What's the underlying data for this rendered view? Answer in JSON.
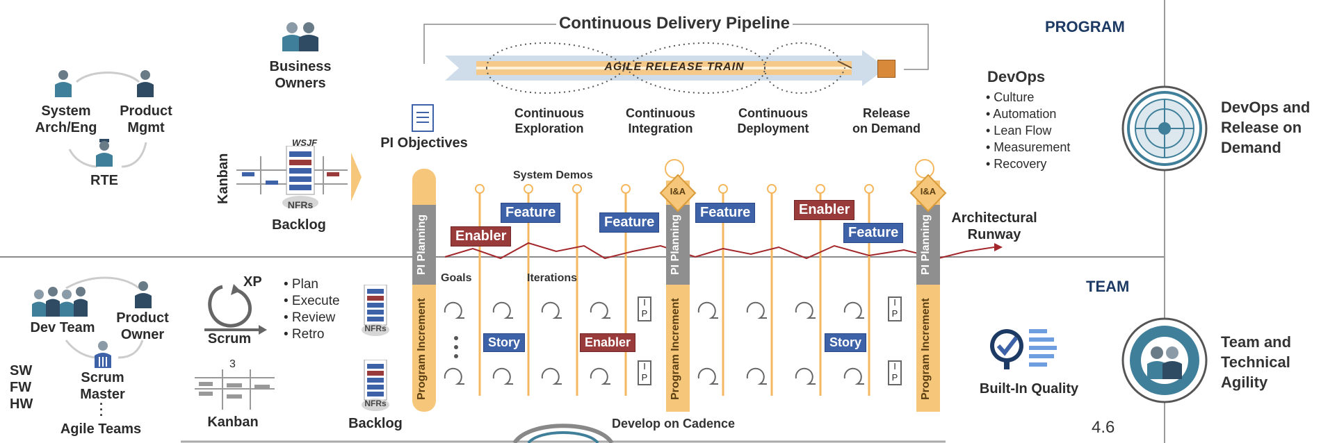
{
  "pipeline": {
    "title": "Continuous Delivery Pipeline",
    "train_label": "AGILE RELEASE TRAIN",
    "stages": [
      "Continuous\nExploration",
      "Continuous\nIntegration",
      "Continuous\nDeployment",
      "Release\non Demand"
    ]
  },
  "program_heading": "PROGRAM",
  "team_heading": "TEAM",
  "program_roles": {
    "system_arch": "System\nArch/Eng",
    "product_mgmt": "Product\nMgmt",
    "rte": "RTE"
  },
  "business_owners": "Business\nOwners",
  "kanban_program": "Kanban",
  "wsjf": "WSJF",
  "nfrs": "NFRs",
  "backlog_program": "Backlog",
  "pi_objectives": "PI Objectives",
  "system_demos": "System Demos",
  "goals": "Goals",
  "iterations": "Iterations",
  "pi_planning": "PI Planning",
  "program_increment": "Program Increment",
  "ip": "I\nP",
  "ia": "I&A",
  "features": [
    "Feature",
    "Feature",
    "Feature",
    "Feature"
  ],
  "enablers": [
    "Enabler",
    "Enabler"
  ],
  "architectural_runway": "Architectural\nRunway",
  "devops": {
    "title": "DevOps",
    "items": [
      "• Culture",
      "• Automation",
      "• Lean Flow",
      "• Measurement",
      "• Recovery"
    ]
  },
  "competency_devops": "DevOps and\nRelease on\nDemand",
  "competency_team": "Team and\nTechnical\nAgility",
  "team_roles": {
    "dev_team": "Dev Team",
    "product_owner": "Product\nOwner",
    "scrum_master": "Scrum\nMaster",
    "agile_teams": "Agile Teams"
  },
  "sw_fw_hw": "SW\nFW\nHW",
  "xp": "XP",
  "scrum": "Scrum",
  "scrum_steps": [
    "• Plan",
    "• Execute",
    "• Review",
    "• Retro"
  ],
  "kanban_team": "Kanban",
  "kanban_board_num": "3",
  "backlog_team": "Backlog",
  "story": "Story",
  "enabler_team": "Enabler",
  "built_in_quality": "Built-In Quality",
  "develop_on_cadence": "Develop on Cadence",
  "version": "4.6",
  "colors": {
    "navy": "#1c3a63",
    "feature_blue": "#3e62a8",
    "enabler_red": "#9a3b3b",
    "timeline_orange": "#f6c77a",
    "pi_gray": "#8a8a8a",
    "teal": "#3f7f9a"
  }
}
